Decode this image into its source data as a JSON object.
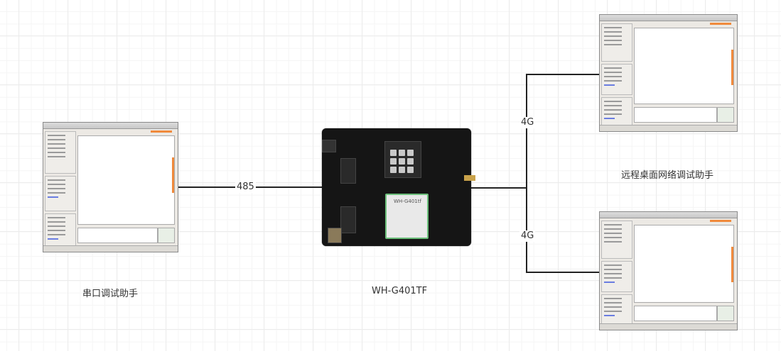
{
  "diagram": {
    "nodes": {
      "serial_tool": {
        "caption": "串口调试助手"
      },
      "device": {
        "caption": "WH-G401TF",
        "module_label": "WH-G401tf"
      },
      "network_tool": {
        "caption": "远程桌面网络调试助手"
      }
    },
    "edges": [
      {
        "from": "serial_tool",
        "to": "device",
        "label": "485"
      },
      {
        "from": "device",
        "to": "network_tool_1",
        "label": "4G"
      },
      {
        "from": "device",
        "to": "network_tool_2",
        "label": "4G"
      }
    ],
    "colors": {
      "line": "#222222",
      "accent": "#f08a3c",
      "module_border": "#6bbf7a"
    }
  }
}
